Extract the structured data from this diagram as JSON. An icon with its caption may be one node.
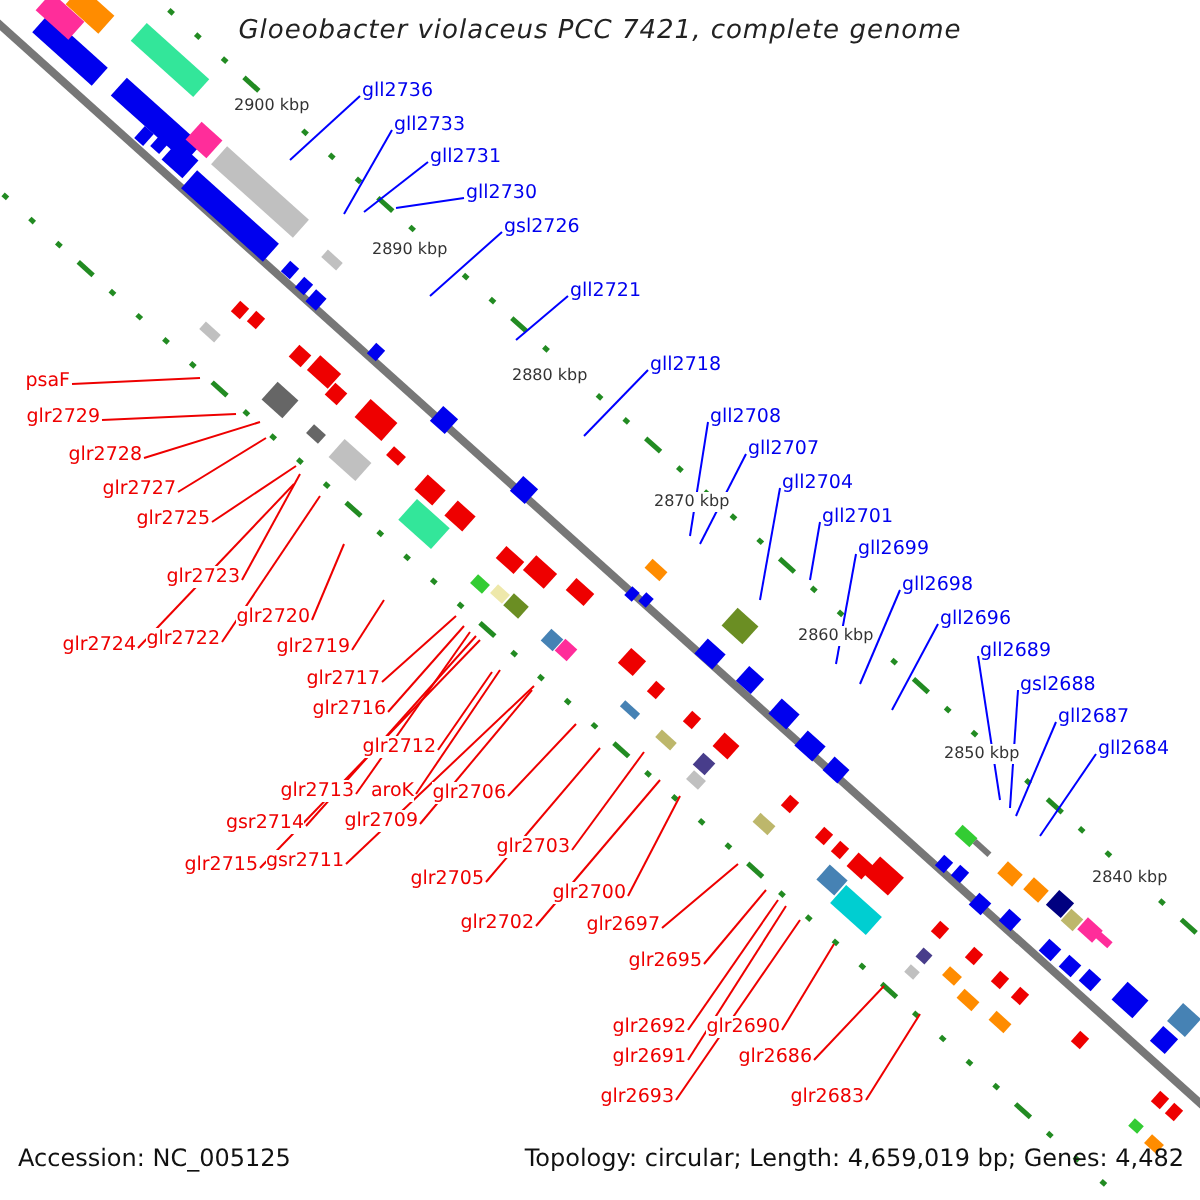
{
  "diagram": {
    "title": "Gloeobacter violaceus PCC 7421, complete genome",
    "nodes": [
      {
        "text": [
          "gll2736"
        ]
      },
      {
        "text": [
          "gll2733"
        ]
      },
      {
        "text": [
          "gll2731"
        ]
      },
      {
        "text": [
          "gll2730"
        ]
      },
      {
        "text": [
          "gsl2726"
        ]
      },
      {
        "text": [
          "gll2721"
        ]
      },
      {
        "text": [
          "gll2718"
        ]
      },
      {
        "text": [
          "gll2708"
        ]
      },
      {
        "text": [
          "gll2707"
        ]
      },
      {
        "text": [
          "gll2704"
        ]
      },
      {
        "text": [
          "gll2701"
        ]
      },
      {
        "text": [
          "gll2699"
        ]
      },
      {
        "text": [
          "gll2698"
        ]
      },
      {
        "text": [
          "gll2696"
        ]
      },
      {
        "text": [
          "gll2689"
        ]
      },
      {
        "text": [
          "gsl2688"
        ]
      },
      {
        "text": [
          "gll2687"
        ]
      },
      {
        "text": [
          "gll2684"
        ]
      },
      {
        "text": [
          "psaF"
        ]
      },
      {
        "text": [
          "glr2729"
        ]
      },
      {
        "text": [
          "glr2728"
        ]
      },
      {
        "text": [
          "glr2727"
        ]
      },
      {
        "text": [
          "glr2725"
        ]
      },
      {
        "text": [
          "glr2723"
        ]
      },
      {
        "text": [
          "glr2724"
        ]
      },
      {
        "text": [
          "glr2722"
        ]
      },
      {
        "text": [
          "glr2720"
        ]
      },
      {
        "text": [
          "glr2719"
        ]
      },
      {
        "text": [
          "glr2717"
        ]
      },
      {
        "text": [
          "glr2716"
        ]
      },
      {
        "text": [
          "glr2712"
        ]
      },
      {
        "text": [
          "glr2713"
        ]
      },
      {
        "text": [
          "aroK"
        ]
      },
      {
        "text": [
          "glr2706"
        ]
      },
      {
        "text": [
          "gsr2714"
        ]
      },
      {
        "text": [
          "glr2709"
        ]
      },
      {
        "text": [
          "glr2715"
        ]
      },
      {
        "text": [
          "gsr2711"
        ]
      },
      {
        "text": [
          "glr2703"
        ]
      },
      {
        "text": [
          "glr2705"
        ]
      },
      {
        "text": [
          "glr2700"
        ]
      },
      {
        "text": [
          "glr2702"
        ]
      },
      {
        "text": [
          "glr2697"
        ]
      },
      {
        "text": [
          "glr2695"
        ]
      },
      {
        "text": [
          "glr2692"
        ]
      },
      {
        "text": [
          "glr2690"
        ]
      },
      {
        "text": [
          "glr2691"
        ]
      },
      {
        "text": [
          "glr2686"
        ]
      },
      {
        "text": [
          "glr2693"
        ]
      },
      {
        "text": [
          "glr2683"
        ]
      }
    ],
    "edges": [
      {
        "from": 0,
        "to": null,
        "arrow": "none",
        "color": "#0000ff"
      },
      {
        "from": 1,
        "to": null,
        "arrow": "none",
        "color": "#0000ff"
      },
      {
        "from": 2,
        "to": null,
        "arrow": "none",
        "color": "#0000ff"
      },
      {
        "from": 3,
        "to": null,
        "arrow": "none",
        "color": "#0000ff"
      },
      {
        "from": 4,
        "to": null,
        "arrow": "none",
        "color": "#0000ff"
      },
      {
        "from": 5,
        "to": null,
        "arrow": "none",
        "color": "#0000ff"
      },
      {
        "from": 6,
        "to": null,
        "arrow": "none",
        "color": "#0000ff"
      },
      {
        "from": 7,
        "to": null,
        "arrow": "none",
        "color": "#0000ff"
      },
      {
        "from": 8,
        "to": null,
        "arrow": "none",
        "color": "#0000ff"
      },
      {
        "from": 9,
        "to": null,
        "arrow": "none",
        "color": "#0000ff"
      },
      {
        "from": 10,
        "to": null,
        "arrow": "none",
        "color": "#0000ff"
      },
      {
        "from": 11,
        "to": null,
        "arrow": "none",
        "color": "#0000ff"
      },
      {
        "from": 12,
        "to": null,
        "arrow": "none",
        "color": "#0000ff"
      },
      {
        "from": 13,
        "to": null,
        "arrow": "none",
        "color": "#0000ff"
      },
      {
        "from": 14,
        "to": null,
        "arrow": "none",
        "color": "#0000ff"
      },
      {
        "from": 15,
        "to": null,
        "arrow": "none",
        "color": "#0000ff"
      },
      {
        "from": 16,
        "to": null,
        "arrow": "none",
        "color": "#0000ff"
      },
      {
        "from": 17,
        "to": null,
        "arrow": "none",
        "color": "#0000ff"
      },
      {
        "from": 18,
        "to": null,
        "arrow": "none"
      },
      {
        "from": 19,
        "to": null,
        "arrow": "none"
      },
      {
        "from": 20,
        "to": null,
        "arrow": "none"
      },
      {
        "from": 21,
        "to": null,
        "arrow": "none"
      },
      {
        "from": 22,
        "to": null,
        "arrow": "none"
      },
      {
        "from": 23,
        "to": null,
        "arrow": "none"
      },
      {
        "from": 24,
        "to": null,
        "arrow": "none"
      },
      {
        "from": 25,
        "to": null,
        "arrow": "none"
      },
      {
        "from": 26,
        "to": null,
        "arrow": "none"
      },
      {
        "from": 27,
        "to": null,
        "arrow": "none"
      },
      {
        "from": 28,
        "to": null,
        "arrow": "none"
      },
      {
        "from": 29,
        "to": null,
        "arrow": "none"
      },
      {
        "from": 30,
        "to": null,
        "arrow": "none"
      },
      {
        "from": 31,
        "to": null,
        "arrow": "none"
      },
      {
        "from": 32,
        "to": null,
        "arrow": "none"
      },
      {
        "from": 33,
        "to": null,
        "arrow": "none"
      },
      {
        "from": 34,
        "to": null,
        "arrow": "none"
      },
      {
        "from": 35,
        "to": null,
        "arrow": "none"
      },
      {
        "from": 36,
        "to": null,
        "arrow": "none"
      },
      {
        "from": 37,
        "to": null,
        "arrow": "none"
      },
      {
        "from": 38,
        "to": null,
        "arrow": "none"
      },
      {
        "from": 39,
        "to": null,
        "arrow": "none"
      },
      {
        "from": 40,
        "to": null,
        "arrow": "none"
      },
      {
        "from": 41,
        "to": null,
        "arrow": "none"
      },
      {
        "from": 42,
        "to": null,
        "arrow": "none"
      },
      {
        "from": 43,
        "to": null,
        "arrow": "none"
      },
      {
        "from": 44,
        "to": null,
        "arrow": "none"
      },
      {
        "from": 45,
        "to": null,
        "arrow": "none"
      },
      {
        "from": 46,
        "to": null,
        "arrow": "none"
      },
      {
        "from": 47,
        "to": null,
        "arrow": "none"
      },
      {
        "from": 48,
        "to": null,
        "arrow": "none"
      },
      {
        "from": 49,
        "to": null,
        "arrow": "none"
      }
    ],
    "labels": [
      "2900 kbp",
      "2890 kbp",
      "2880 kbp",
      "2870 kbp",
      "2860 kbp",
      "2850 kbp",
      "2840 kbp",
      "Accession: NC_005125",
      "Topology: circular; Length: 4,659,019 bp; Genes: 4,482"
    ]
  }
}
